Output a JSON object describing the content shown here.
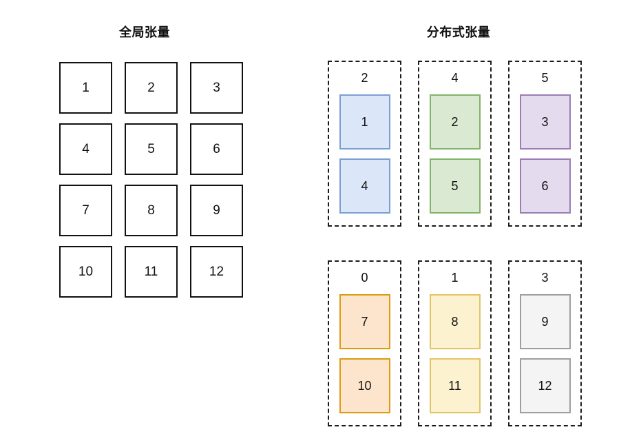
{
  "diagram": {
    "left_panel": {
      "title": "全局张量",
      "grid": {
        "rows": 4,
        "cols": 3,
        "cells": [
          "1",
          "2",
          "3",
          "4",
          "5",
          "6",
          "7",
          "8",
          "9",
          "10",
          "11",
          "12"
        ]
      }
    },
    "right_panel": {
      "title": "分布式张量",
      "groups": [
        {
          "label": "2",
          "cells": [
            "1",
            "4"
          ],
          "fill": "#dbe7f8",
          "border": "#7a9fd2"
        },
        {
          "label": "4",
          "cells": [
            "2",
            "5"
          ],
          "fill": "#d9e9d2",
          "border": "#82b36a"
        },
        {
          "label": "5",
          "cells": [
            "3",
            "6"
          ],
          "fill": "#e5dbef",
          "border": "#9b7cb5"
        },
        {
          "label": "0",
          "cells": [
            "7",
            "10"
          ],
          "fill": "#fde4cc",
          "border": "#dd9b11"
        },
        {
          "label": "1",
          "cells": [
            "8",
            "11"
          ],
          "fill": "#fdf2cf",
          "border": "#e0c565"
        },
        {
          "label": "3",
          "cells": [
            "9",
            "12"
          ],
          "fill": "#f4f4f4",
          "border": "#9e9e9e"
        }
      ]
    },
    "colors": {
      "background": "#ffffff",
      "text": "#111111",
      "global_cell_border": "#111111",
      "group_dashed_border": "#1a1a1a"
    }
  }
}
